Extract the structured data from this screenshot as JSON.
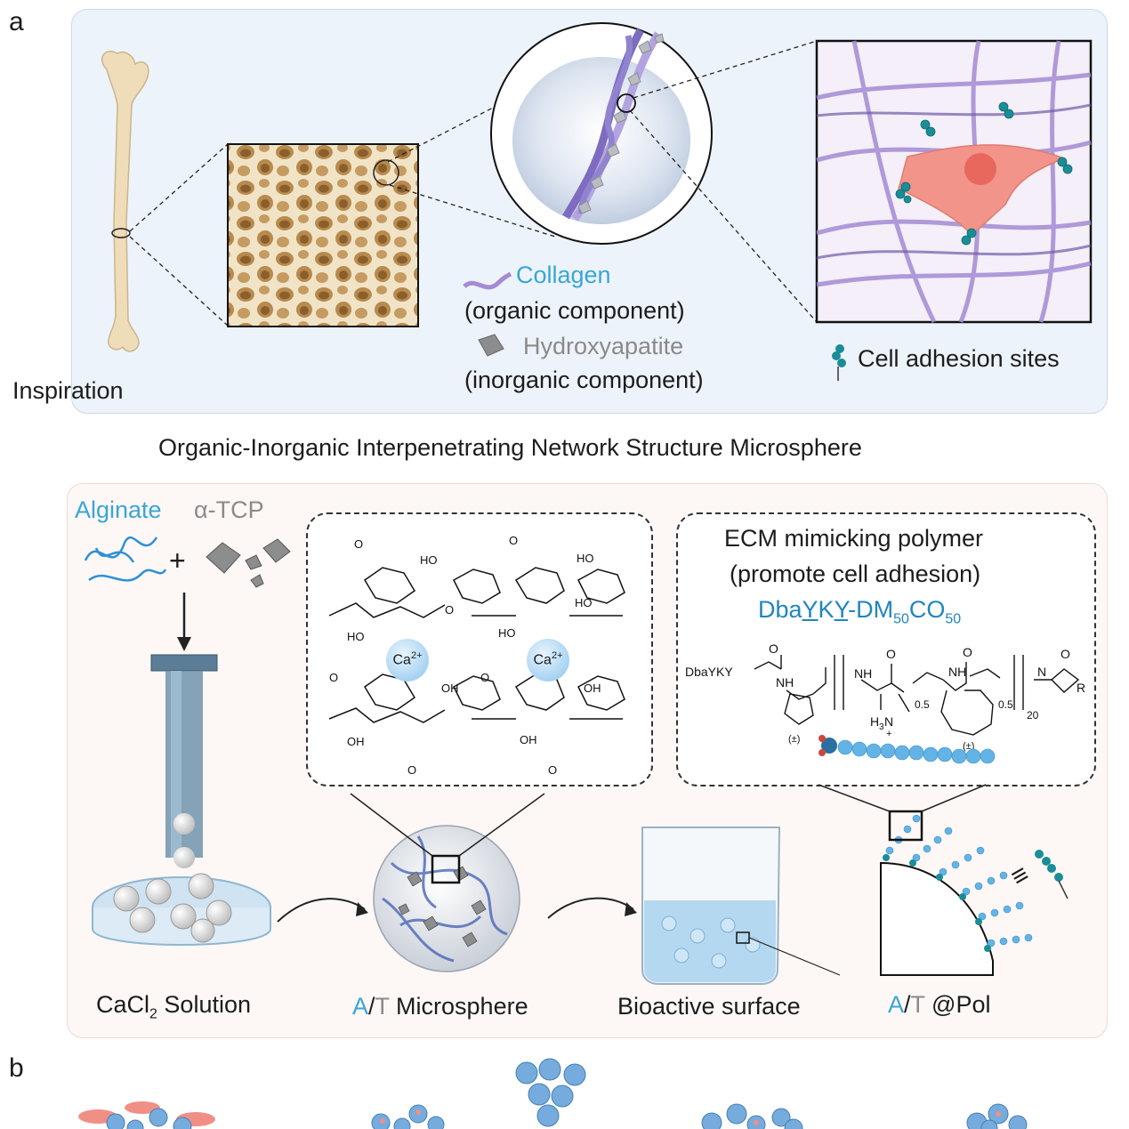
{
  "panel_a": {
    "letter": "a",
    "legend": {
      "collagen": "Collagen",
      "collagen_desc": "(organic component)",
      "hydroxyapatite": "Hydroxyapatite",
      "hydroxyapatite_desc": "(inorganic component)",
      "adhesion": "Cell adhesion sites"
    },
    "inspiration": "Inspiration"
  },
  "headline": "Organic-Inorganic Interpenetrating Network Structure Microsphere",
  "panel_b_top": {
    "alginate": "Alginate",
    "tcp": "α-TCP",
    "plus": "+",
    "ca_ion": "Ca",
    "ca_charge": "2+",
    "polymer_title_1": "ECM mimicking polymer",
    "polymer_title_2": "(promote cell adhesion)",
    "polymer_name_dba": "Dba",
    "polymer_name_y1": "Y",
    "polymer_name_k": "K",
    "polymer_name_y2": "Y",
    "polymer_name_dm": "-DM",
    "polymer_name_sub1": "50",
    "polymer_name_co": "CO",
    "polymer_name_sub2": "50",
    "formula": {
      "prefix": "DbaYKY",
      "nh": "NH",
      "o": "O",
      "n": "N",
      "r": "R",
      "frac1": "0.5",
      "frac2": "0.5",
      "repeat": "20",
      "pm": "(±)",
      "amine": "H",
      "amine_sub": "3",
      "amine_n": "N",
      "plus": "+"
    }
  },
  "steps": {
    "cacl_prefix": "CaCl",
    "cacl_sub": "2",
    "cacl_suffix": " Solution",
    "micro_a": "A",
    "micro_slash": "/",
    "micro_t": "T",
    "micro_word": " Microsphere",
    "bioactive": "Bioactive surface",
    "pol_a": "A",
    "pol_slash": "/",
    "pol_t": "T",
    "pol_word": " @Pol",
    "equiv": "≡"
  },
  "panel_b_bottom": {
    "letter": "b"
  },
  "colors": {
    "collagen": "#a78bd0",
    "bone": "#efdcb8",
    "cell": "#f28f86",
    "polymer_bead": "#63b3e6",
    "tcp": "#8d8d8d",
    "alginate": "#2d8fd5"
  }
}
